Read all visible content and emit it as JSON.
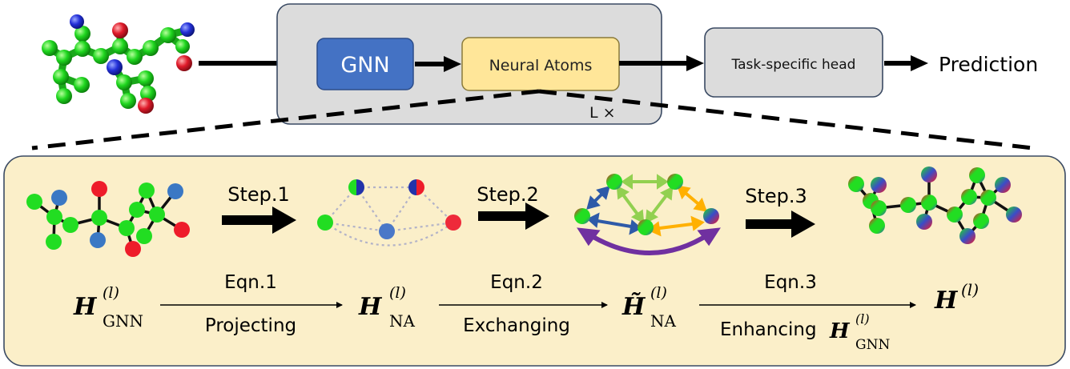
{
  "pipeline": {
    "gnn_label": "GNN",
    "neural_atoms_label": "Neural Atoms",
    "repeat_label": "L ×",
    "head_label": "Task-specific head",
    "prediction_label": "Prediction"
  },
  "steps": {
    "step1": "Step.1",
    "step2": "Step.2",
    "step3": "Step.3"
  },
  "equations": {
    "eqn1": "Eqn.1",
    "eqn2": "Eqn.2",
    "eqn3": "Eqn.3",
    "projecting": "Projecting",
    "exchanging": "Exchanging",
    "enhancing": "Enhancing"
  },
  "math": {
    "H": "H",
    "H_tilde": "H̃",
    "sup_l": "(l)",
    "sub_gnn": "GNN",
    "sub_na": "NA"
  },
  "colors": {
    "panel_fill": "#fbefc9",
    "top_box_fill": "#dcdcdc",
    "gnn_fill": "#4472c4",
    "neural_atoms_fill": "#ffe699",
    "atom_green": "#22dd22",
    "atom_blue": "#3a78c4",
    "atom_red": "#ee1c2a",
    "arrow_purple": "#7030a0",
    "arrow_lightgreen": "#92d050",
    "arrow_orange": "#ffb000",
    "arrow_darkblue": "#2e5aa8"
  }
}
